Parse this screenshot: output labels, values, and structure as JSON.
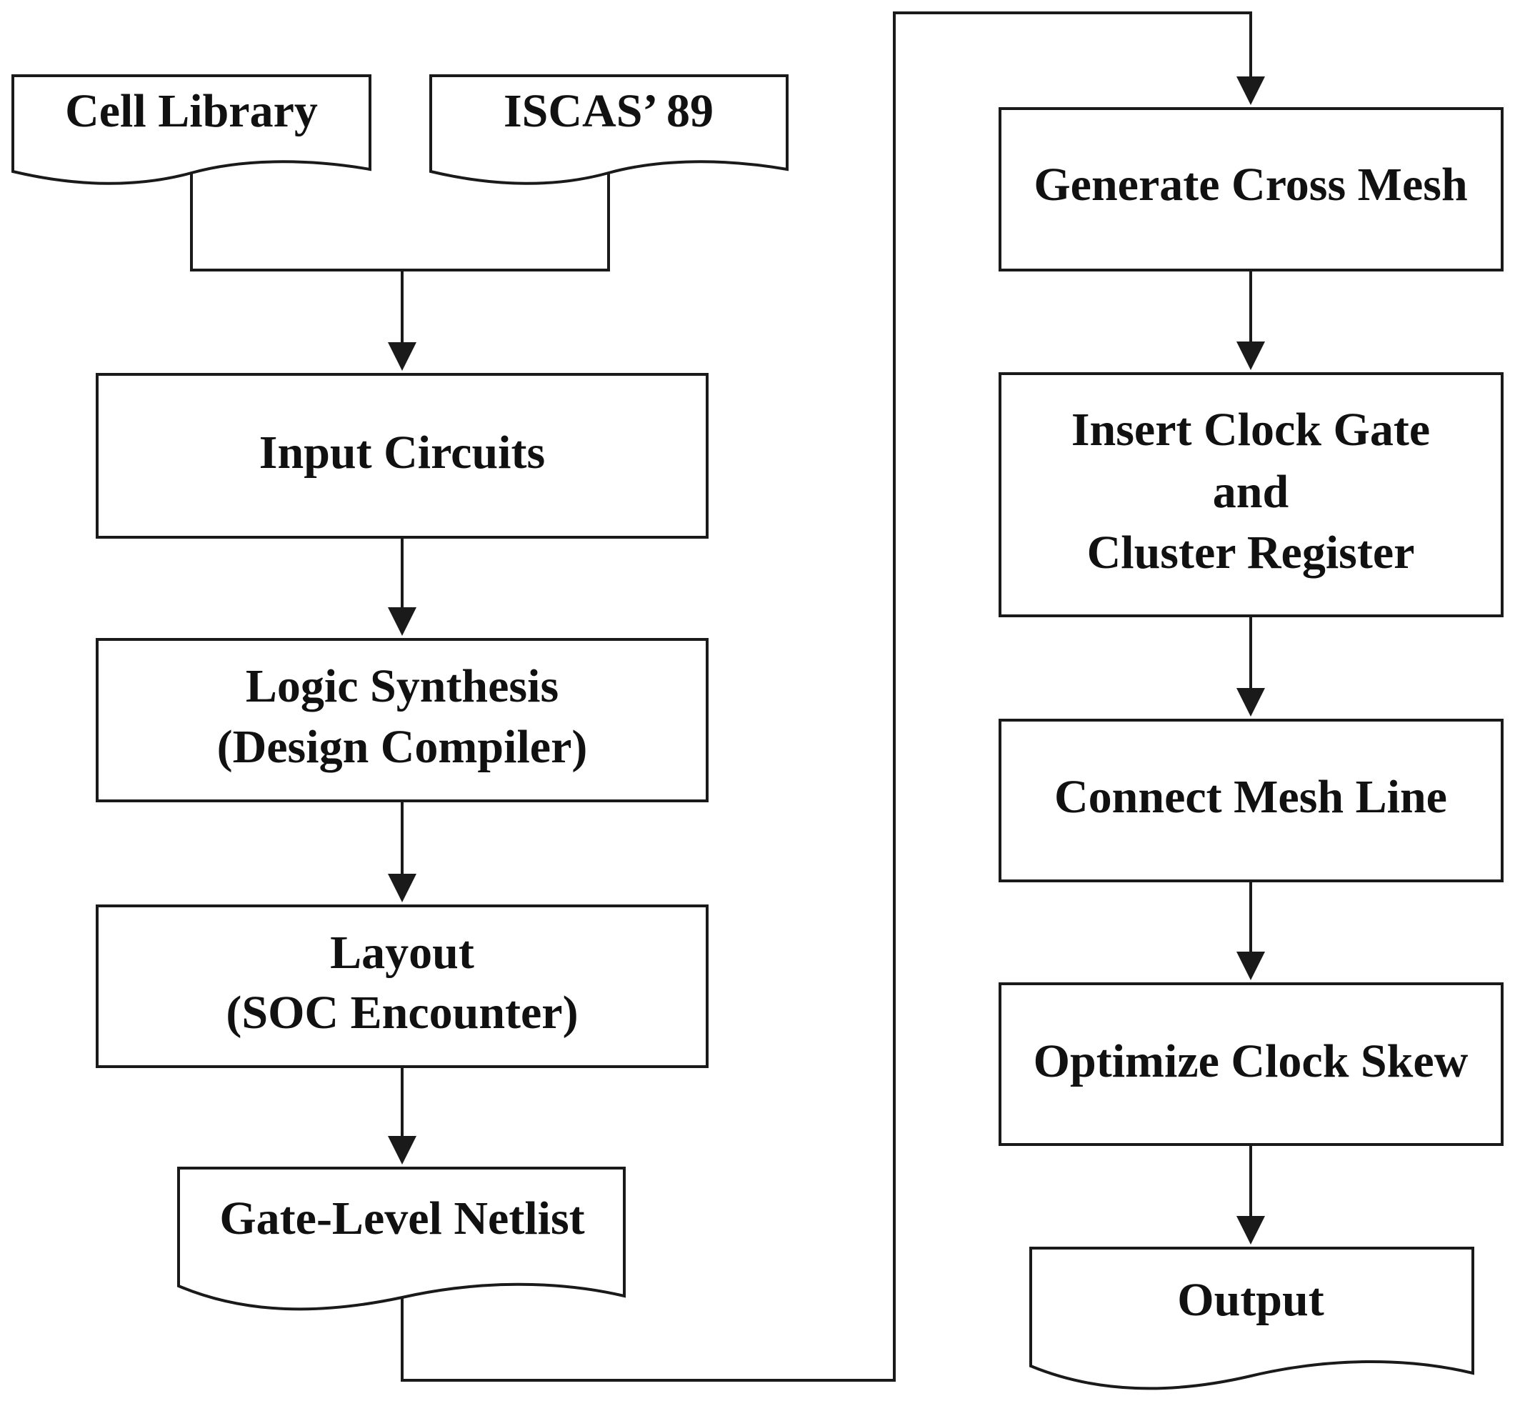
{
  "nodes": {
    "cell_library": {
      "label": "Cell Library"
    },
    "iscas89": {
      "label": "ISCAS’ 89"
    },
    "input_circuits": {
      "label": "Input Circuits"
    },
    "logic_synthesis": {
      "line1": "Logic Synthesis",
      "line2": "(Design Compiler)"
    },
    "layout": {
      "line1": "Layout",
      "line2": "(SOC Encounter)"
    },
    "gate_level_netlist": {
      "label": "Gate-Level Netlist"
    },
    "generate_cross_mesh": {
      "label": "Generate Cross Mesh"
    },
    "insert_clock_gate": {
      "line1": "Insert Clock Gate",
      "line2": "and",
      "line3": "Cluster Register"
    },
    "connect_mesh_line": {
      "label": "Connect Mesh Line"
    },
    "optimize_clock_skew": {
      "label": "Optimize Clock Skew"
    },
    "output": {
      "label": "Output"
    }
  }
}
